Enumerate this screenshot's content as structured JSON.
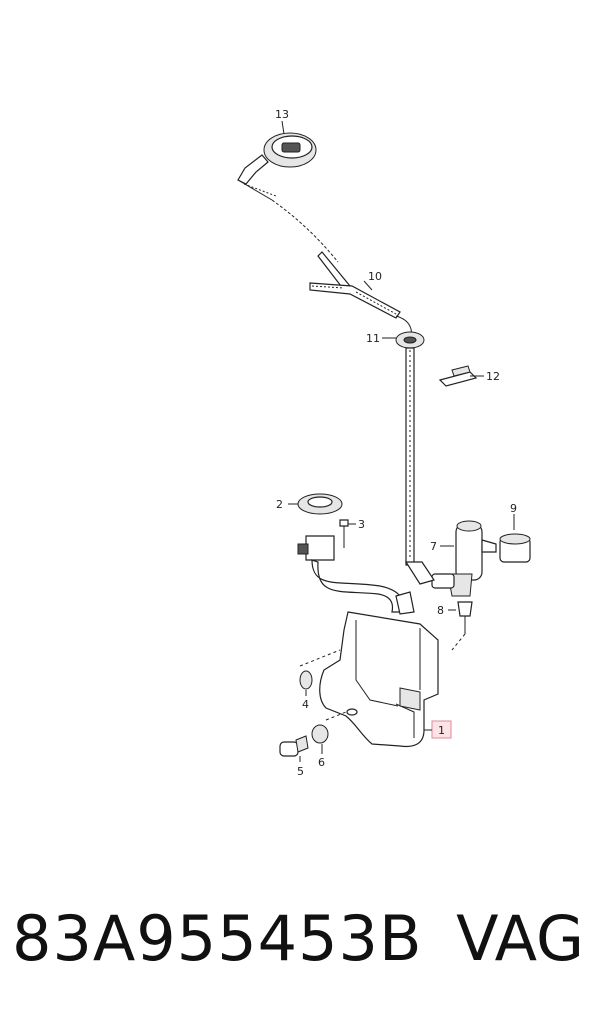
{
  "callouts": {
    "c1": "1",
    "c2": "2",
    "c3": "3",
    "c4": "4",
    "c5": "5",
    "c6": "6",
    "c7": "7",
    "c8": "8",
    "c9": "9",
    "c10": "10",
    "c11": "11",
    "c12": "12",
    "c13": "13"
  },
  "footer": {
    "part_number": "83A955453B",
    "brand": "VAG"
  },
  "colors": {
    "highlight_fill": "#fbe3e6",
    "highlight_border": "#e08a98",
    "line": "#222222"
  }
}
